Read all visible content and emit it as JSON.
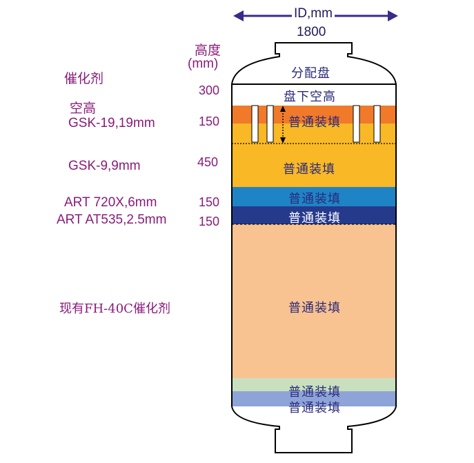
{
  "diameter": {
    "label": "ID,mm",
    "value": "1800"
  },
  "height_header": {
    "line1": "高度",
    "line2": "(mm)"
  },
  "catalyst_header": "催化剂",
  "distributor_label": "分配盘",
  "layers": [
    {
      "name": "空高",
      "height": "300",
      "fill": "盘下空高",
      "color": "#ffffff"
    },
    {
      "name": "GSK-19,19mm",
      "height": "150",
      "fill": "普通装填",
      "color": "#f07a2a"
    },
    {
      "name": "GSK-9,9mm",
      "height": "450",
      "fill": "普通装填",
      "color": "#f9b826"
    },
    {
      "name": "ART 720X,6mm",
      "height": "150",
      "fill": "普通装填",
      "color": "#1f84c6"
    },
    {
      "name": "ART AT535,2.5mm",
      "height": "150",
      "fill": "普通装填",
      "color": "#263a8c"
    },
    {
      "name": "现有FH-40C催化剂",
      "height": "",
      "fill": "普通装填",
      "color": "#f8c291"
    }
  ],
  "bottom_fills": [
    "普通装填",
    "普通装填"
  ],
  "colors": {
    "label": "#8a1a7a",
    "outline": "#000000",
    "arrow": "#3a2a8a",
    "bottom_band_1": "#c9e0bf",
    "bottom_band_2": "#8ea4d8"
  }
}
